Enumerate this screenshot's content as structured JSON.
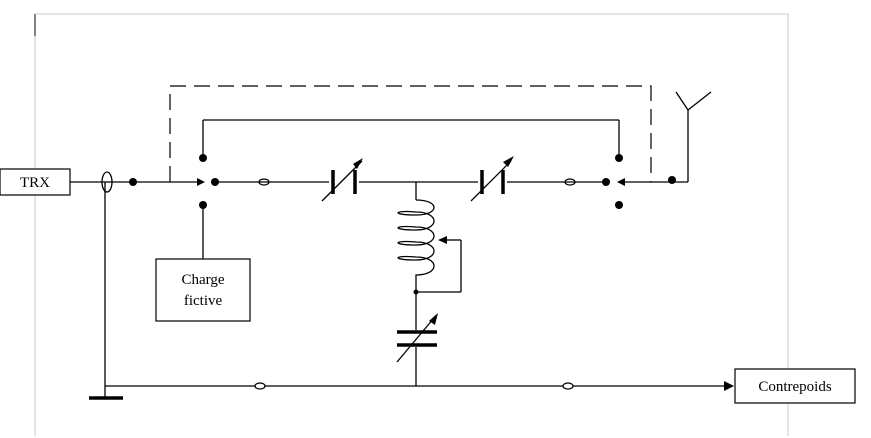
{
  "labels": {
    "trx": "TRX",
    "dummy_load_line1": "Charge",
    "dummy_load_line2": "fictive",
    "counterpoise": "Contrepoids"
  },
  "icons": [
    "ferrite-choke-icon",
    "variable-capacitor-icon",
    "variable-inductor-icon",
    "antenna-icon",
    "ground-icon",
    "switch-icon",
    "arrow-icon"
  ],
  "colors": {
    "line": "#000000",
    "background": "#ffffff",
    "frame": "#c8c8c8"
  }
}
